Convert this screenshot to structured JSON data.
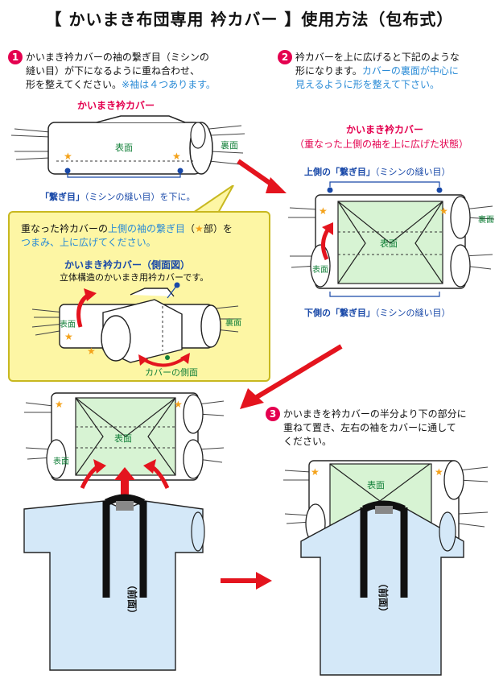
{
  "title": "【 かいまき布団専用 衿カバー 】使用方法（包布式）",
  "step1": {
    "number": "1",
    "line1": "かいまき衿カバーの袖の繋ぎ目（ミシンの",
    "line2": "縫い目）が下になるように重ね合わせ、",
    "line3_a": "形を整えてください。",
    "line3_b": "※袖は４つあります。",
    "figure_title": "かいまき衿カバー",
    "surface_label": "表面",
    "back_label": "裏面",
    "seam_note_bold": "「繋ぎ目」",
    "seam_note_rest": "（ミシンの縫い目）を下に。"
  },
  "callout": {
    "line1_a": "重なった衿カバーの",
    "line1_b": "上側の袖の繋ぎ目",
    "line1_c": "（",
    "line1_star": "★",
    "line1_d": "部）を",
    "line2": "つまみ、上に広げてください。",
    "figure_title": "かいまき衿カバー（側面図）",
    "figure_sub": "立体構造のかいまき用衿カバーです。",
    "surface_label": "表面",
    "back_label": "裏面",
    "side_label": "カバーの側面"
  },
  "step2": {
    "number": "2",
    "line1": "衿カバーを上に広げると下記のような",
    "line2_a": "形になります。",
    "line2_b": "カバーの裏面が中心に",
    "line3": "見えるように形を整えて下さい。",
    "figure_title": "かいまき衿カバー",
    "figure_sub": "（重なった上側の袖を上に広げた状態）",
    "upper_seam_bold": "上側の「繋ぎ目」",
    "upper_seam_rest": "（ミシンの縫い目）",
    "lower_seam_bold": "下側の「繋ぎ目」",
    "lower_seam_rest": "（ミシンの縫い目）",
    "surface_label": "表面",
    "back_label": "裏面",
    "left_surface_label": "表面"
  },
  "step3": {
    "number": "3",
    "line1": "かいまきを衿カバーの半分より下の部分に",
    "line2": "重ねて置き、左右の袖をカバーに通して",
    "line3": "ください。",
    "surface_label": "表面",
    "left_surface_label": "表面",
    "front_label": "（前面）"
  },
  "colors": {
    "step_red": "#e4004f",
    "step_blue": "#2a8bd6",
    "navy": "#1848a8",
    "green_label": "#13803a",
    "mint_fill": "#d7f3d3",
    "robe_fill": "#d4e8f8",
    "arrow_red": "#e4141e",
    "callout_yellow": "#fdf6a4",
    "star": "#f4a21a"
  }
}
